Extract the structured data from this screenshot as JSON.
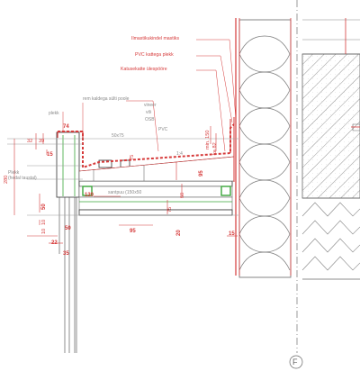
{
  "callouts": {
    "mastic": "Ilmastikukindel mastiks",
    "pvc_sheet": "PVC kattega plekk",
    "roof_up": "Katusekatte ülespööre",
    "rim_tilt": "rem kaldega sülti poole",
    "plekk_top": "plekk",
    "vineer_line1": "vineer",
    "vineer_line2": "või",
    "vineer_line3": "OSB",
    "pvc": "PVC",
    "size_50x75": "50x75",
    "slope": "1:4",
    "plekk_side_line1": "Plekk",
    "plekk_side_line2": "(hedal taustal)",
    "beam": "santpuu (150x50"
  },
  "dims": {
    "d74": "74",
    "d32": "32",
    "d39": "39",
    "d15a": "15",
    "d280": "280",
    "d50a": "50",
    "d10a": "10",
    "d10b": "10",
    "d22": "22",
    "d35": "35",
    "d50b": "50",
    "d120": "120",
    "d75a": "75",
    "d75b": "75",
    "d95a": "95",
    "d50c": "50",
    "d20": "20",
    "d95b": "95",
    "d15b": "15",
    "min150": "min. 150",
    "ka82": "ka 82"
  },
  "axis": {
    "label": "F"
  },
  "colors": {
    "accent": "#d63a3a",
    "green": "#3aa63a",
    "line": "#6e6e6e",
    "ink": "#111111"
  }
}
